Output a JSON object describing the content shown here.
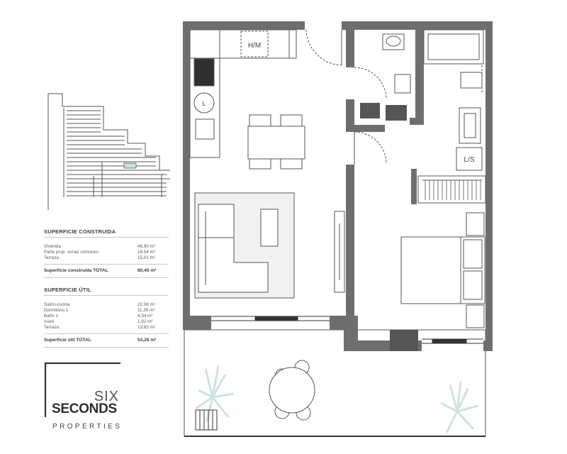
{
  "plan": {
    "labels": {
      "hm": "H/M",
      "ls": "L/S",
      "l": "L"
    },
    "colors": {
      "wall": "#6e6e6e",
      "line": "#555555",
      "rug": "#f1f1f1",
      "plant": "#cfe3e0",
      "accent": "#bfe8dc"
    }
  },
  "surfaces": {
    "built": {
      "title": "SUPERFICIE CONSTRUIDA",
      "rows": [
        {
          "label": "Vivienda",
          "value": "46,90 m²"
        },
        {
          "label": "Parte prop. zonas comunes",
          "value": "18,54 m²"
        },
        {
          "label": "Terraza",
          "value": "15,01 m²"
        }
      ],
      "total": {
        "label": "Superficie construida TOTAL",
        "value": "80,45 m²"
      }
    },
    "useful": {
      "title": "SUPERFICIE ÚTIL",
      "rows": [
        {
          "label": "Salón-cocina",
          "value": "22,08 m²"
        },
        {
          "label": "Dormitorio 1",
          "value": "11,39 m²"
        },
        {
          "label": "Baño 1",
          "value": "4,34 m²"
        },
        {
          "label": "Aseo",
          "value": "1,92 m²"
        },
        {
          "label": "Terraza",
          "value": "13,63 m²"
        }
      ],
      "total": {
        "label": "Superficie útil TOTAL",
        "value": "53,26 m²"
      }
    }
  },
  "logo": {
    "line1": "SIX",
    "line2": "SECONDS",
    "line3": "PROPERTIES"
  }
}
